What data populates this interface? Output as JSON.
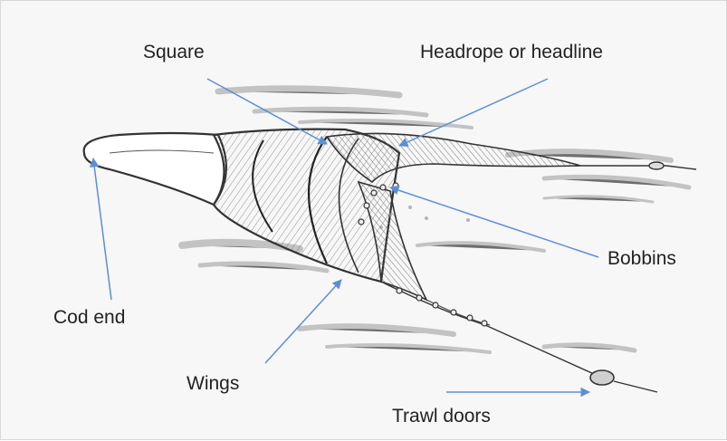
{
  "diagram": {
    "labels": {
      "square": "Square",
      "headrope": "Headrope or headline",
      "bobbins": "Bobbins",
      "cod_end": "Cod end",
      "wings": "Wings",
      "trawl_doors": "Trawl doors"
    },
    "colors": {
      "background": "#f7f7f7",
      "pointer": "#5b8fd6",
      "ink": "#222222",
      "net_line": "#333333",
      "seabed": "#888888"
    }
  }
}
